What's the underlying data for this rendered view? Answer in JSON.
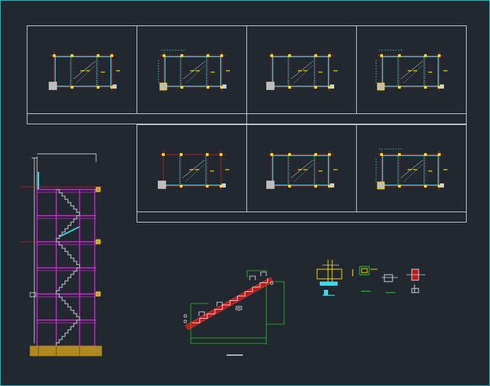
{
  "drawing": {
    "background": "#212830",
    "frame_color": "#1fc7d0",
    "sheet_line_color": "#c8ccd0",
    "axis_color": "#e02020",
    "column_color": "#ffe000",
    "beam_color": "#3fd8e8",
    "stair_line_color": "#9aa0a8",
    "landing_color": "#e020e0",
    "dimension_color": "#21d421",
    "footing_color": "#b08a20",
    "stair_slab_color": "#c01818"
  },
  "views": [
    {
      "id": "plan-1",
      "kind": "stair-plan",
      "variant": "ground"
    },
    {
      "id": "plan-2",
      "kind": "stair-plan",
      "variant": "typical"
    },
    {
      "id": "plan-3",
      "kind": "stair-plan",
      "variant": "ground"
    },
    {
      "id": "plan-4",
      "kind": "stair-plan",
      "variant": "typical"
    },
    {
      "id": "plan-5",
      "kind": "stair-plan",
      "variant": "roof"
    },
    {
      "id": "plan-6",
      "kind": "stair-plan",
      "variant": "ground"
    },
    {
      "id": "plan-7",
      "kind": "stair-plan",
      "variant": "typical"
    },
    {
      "id": "section",
      "kind": "stair-section"
    },
    {
      "id": "flight",
      "kind": "flight-detail"
    },
    {
      "id": "details",
      "kind": "node-details"
    }
  ]
}
